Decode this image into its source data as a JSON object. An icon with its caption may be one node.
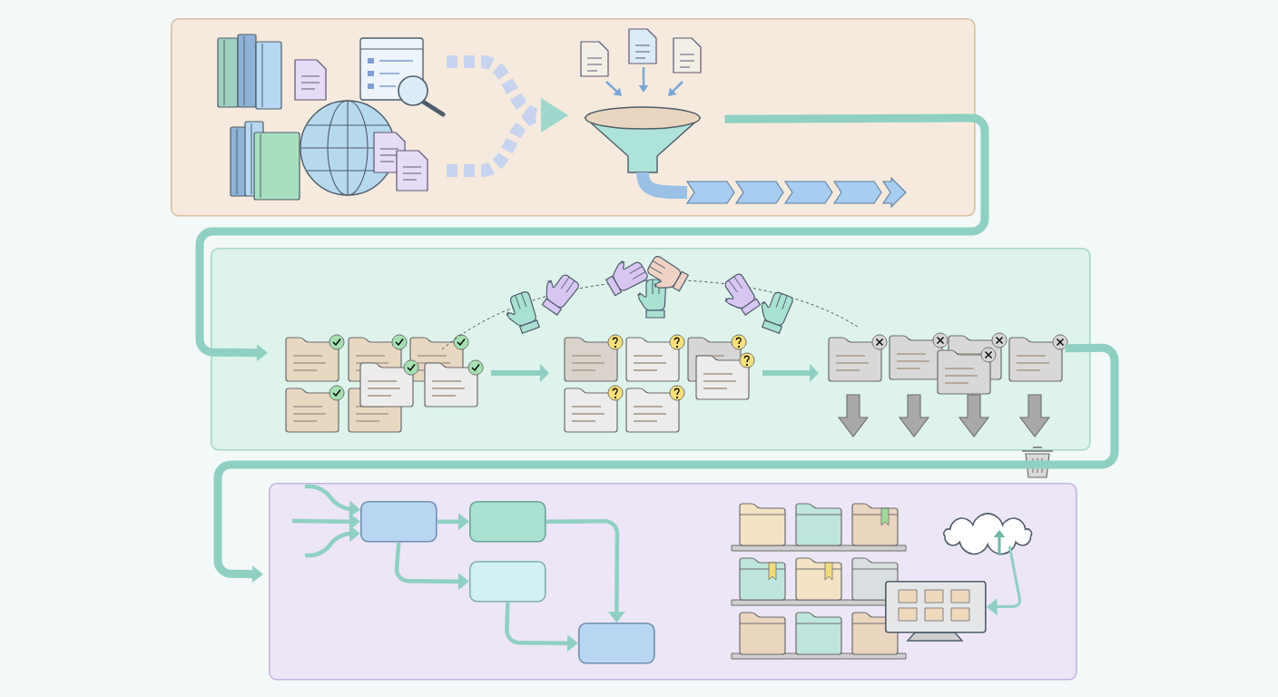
{
  "diagram": {
    "nodes": [
      {
        "text": [],
        "shape": "box"
      },
      {
        "text": [],
        "shape": "box"
      },
      {
        "text": [],
        "shape": "box"
      },
      {
        "text": [],
        "shape": "box",
        "in": 2
      },
      {
        "text": [],
        "shape": "box",
        "in": 2
      },
      {
        "text": [],
        "shape": "box",
        "in": 2
      },
      {
        "text": [],
        "shape": "box",
        "in": 2
      },
      {
        "text": [],
        "shape": "cloud",
        "in": 2
      },
      {
        "text": [],
        "shape": "picture",
        "in": 2
      }
    ],
    "edges": [
      {
        "from": 0,
        "to": 1,
        "arrow": "to",
        "style": "thick"
      },
      {
        "from": 1,
        "to": 2,
        "arrow": "to",
        "style": "thick"
      },
      {
        "from": 3,
        "to": 4,
        "arrow": "to"
      },
      {
        "from": 3,
        "to": 5,
        "arrow": "to"
      },
      {
        "from": 4,
        "to": 6,
        "arrow": "to"
      },
      {
        "from": 5,
        "to": 6,
        "arrow": "to"
      },
      {
        "from": null,
        "to": 3,
        "arrow": "to"
      },
      {
        "from": null,
        "to": 3,
        "arrow": "to"
      },
      {
        "from": null,
        "to": 3,
        "arrow": "to"
      },
      {
        "from": 7,
        "to": 8,
        "arrow": "to"
      }
    ]
  }
}
